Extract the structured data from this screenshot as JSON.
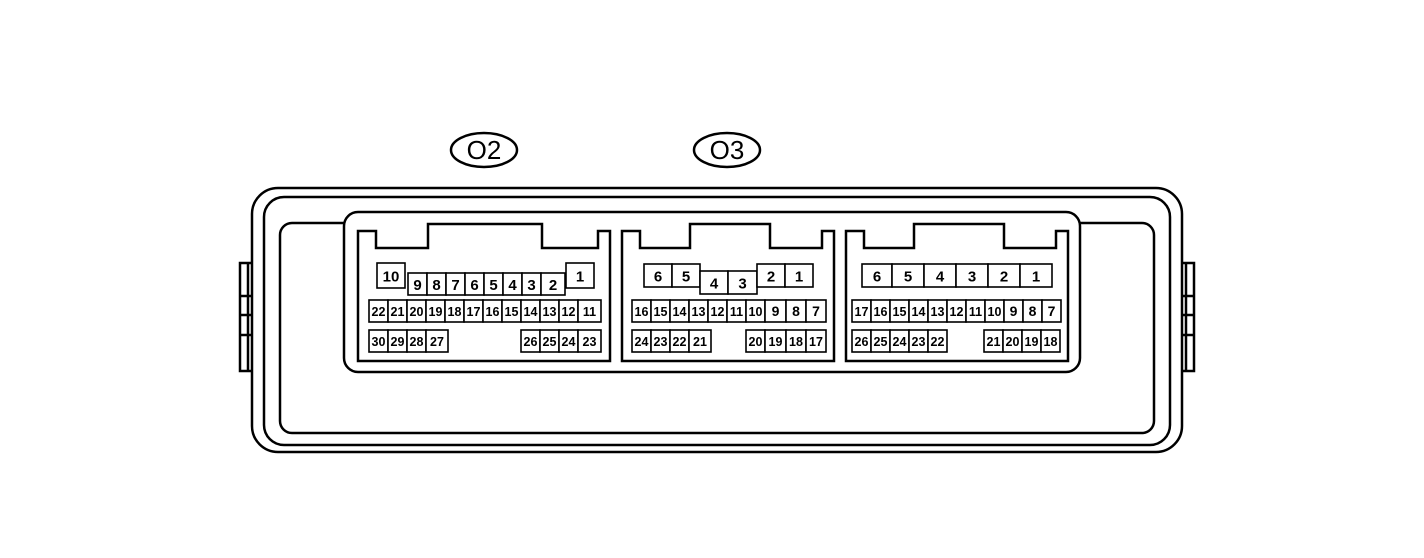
{
  "labels": {
    "o2": "O2",
    "o3": "O3"
  },
  "connectors": [
    {
      "id": "left",
      "rows": [
        [
          "10",
          "9",
          "8",
          "7",
          "6",
          "5",
          "4",
          "3",
          "2",
          "1"
        ],
        [
          "22",
          "21",
          "20",
          "19",
          "18",
          "17",
          "16",
          "15",
          "14",
          "13",
          "12",
          "11"
        ],
        [
          "30",
          "29",
          "28",
          "27",
          "26",
          "25",
          "24",
          "23"
        ]
      ]
    },
    {
      "id": "middle",
      "rows": [
        [
          "6",
          "5",
          "4",
          "3",
          "2",
          "1"
        ],
        [
          "16",
          "15",
          "14",
          "13",
          "12",
          "11",
          "10",
          "9",
          "8",
          "7"
        ],
        [
          "24",
          "23",
          "22",
          "21",
          "20",
          "19",
          "18",
          "17"
        ]
      ]
    },
    {
      "id": "right",
      "rows": [
        [
          "6",
          "5",
          "4",
          "3",
          "2",
          "1"
        ],
        [
          "17",
          "16",
          "15",
          "14",
          "13",
          "12",
          "11",
          "10",
          "9",
          "8",
          "7"
        ],
        [
          "26",
          "25",
          "24",
          "23",
          "22",
          "21",
          "20",
          "19",
          "18"
        ]
      ]
    }
  ]
}
